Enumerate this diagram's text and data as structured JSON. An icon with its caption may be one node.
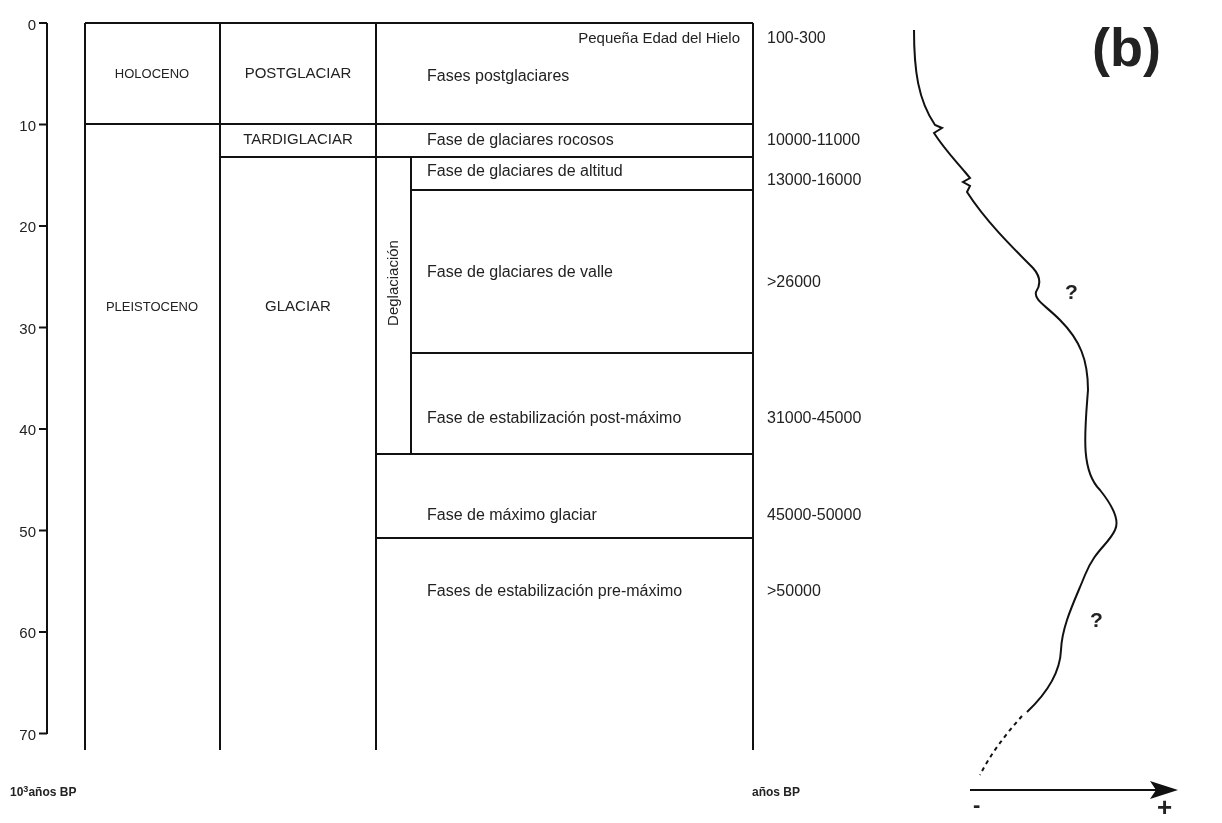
{
  "diagram": {
    "nodes": [
      {
        "text": [
          "HOLOCENO"
        ]
      },
      {
        "text": [
          "POSTGLACIAR"
        ]
      },
      {
        "text": [
          "Pequeña Edad del Hielo",
          "Fases postglaciares"
        ]
      },
      {
        "text": [
          "TARDIGLACIAR"
        ]
      },
      {
        "text": [
          "Fase de glaciares rocosos"
        ]
      },
      {
        "text": [
          "PLEISTOCENO"
        ]
      },
      {
        "text": [
          "GLACIAR"
        ]
      },
      {
        "text": [
          "Deglaciación"
        ]
      },
      {
        "text": [
          "Fase de glaciares de altitud"
        ]
      },
      {
        "text": [
          "Fase de glaciares de valle"
        ]
      },
      {
        "text": [
          "Fase de estabilización post-máximo"
        ]
      },
      {
        "text": [
          "Fase de máximo glaciar"
        ]
      },
      {
        "text": [
          "Fases de estabilización pre-máximo"
        ]
      }
    ],
    "labels": [
      "0",
      "100-300",
      "(b)",
      "10",
      "10000-11000",
      "13000-16000",
      "20",
      ">26000",
      "?",
      "30",
      "31000-45000",
      "40",
      "45000-50000",
      "50",
      ">50000",
      "60",
      "?",
      "70",
      "10$^{3}$años BP",
      "años BP",
      "-",
      "+"
    ]
  }
}
